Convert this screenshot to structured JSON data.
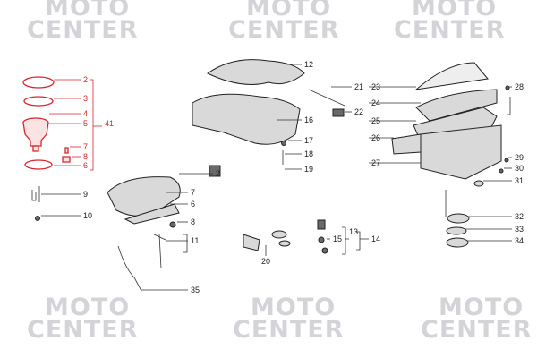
{
  "watermark": {
    "line1": "MOTO",
    "line2": "CENTER"
  },
  "colors": {
    "highlight": "#d8262e",
    "ink": "#222222",
    "watermark": "#d4d4d8"
  },
  "callouts_highlighted": [
    "2",
    "3",
    "4",
    "5",
    "41",
    "7",
    "8",
    "6"
  ],
  "callouts": [
    "9",
    "10",
    "12",
    "21",
    "22",
    "16",
    "17",
    "18",
    "19",
    "2",
    "7",
    "6",
    "8",
    "11",
    "35",
    "13",
    "15",
    "14",
    "20",
    "23",
    "24",
    "25",
    "26",
    "27",
    "28",
    "29",
    "30",
    "31",
    "32",
    "33",
    "34"
  ]
}
